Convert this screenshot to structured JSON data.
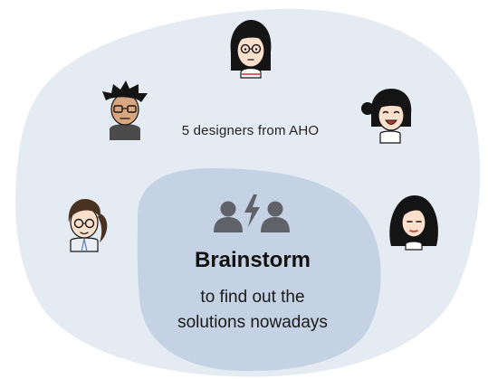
{
  "colors": {
    "outer_blob": "#e5ebf3",
    "inner_blob": "#c4d2e4",
    "icon_gray": "#5f6369",
    "hair": "#141414",
    "skin": "#fce0cc"
  },
  "caption": "5 designers from AHO",
  "center": {
    "icon": "brainstorm-people-lightning-icon",
    "title": "Brainstorm",
    "subtitle_line1": "to find out the",
    "subtitle_line2": "solutions nowadays"
  },
  "designers": [
    {
      "icon": "designer-avatar-glasses-bob-icon"
    },
    {
      "icon": "designer-avatar-glasses-spiky-icon"
    },
    {
      "icon": "designer-avatar-bun-laughing-icon"
    },
    {
      "icon": "designer-avatar-glasses-ponytail-icon"
    },
    {
      "icon": "designer-avatar-long-hair-icon"
    }
  ]
}
